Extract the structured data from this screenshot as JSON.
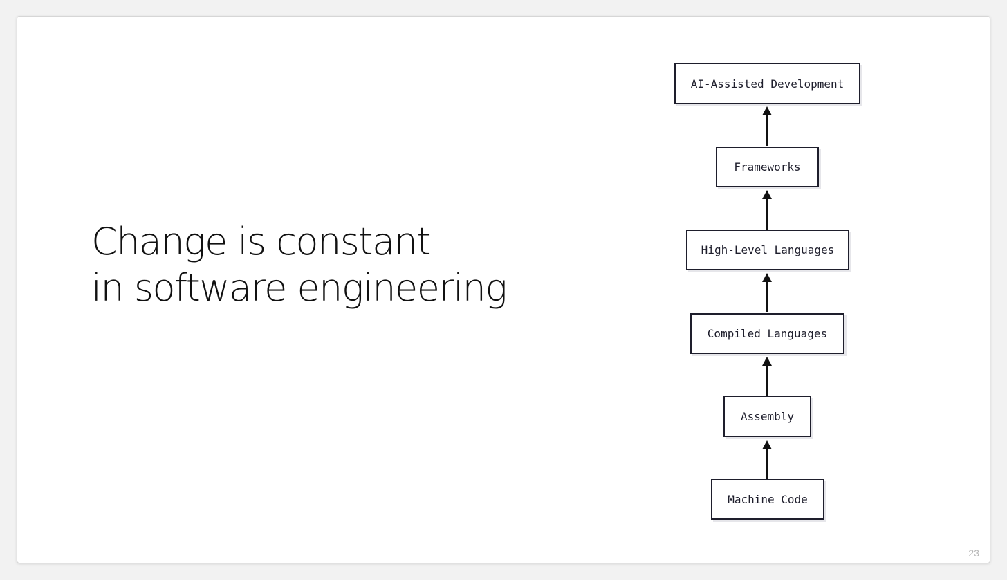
{
  "slide": {
    "headline_line1": "Change is constant",
    "headline_line2": "in software engineering",
    "page_number": "23"
  },
  "diagram": {
    "nodes": [
      {
        "label": "AI-Assisted Development"
      },
      {
        "label": "Frameworks"
      },
      {
        "label": "High-Level Languages"
      },
      {
        "label": "Compiled Languages"
      },
      {
        "label": "Assembly"
      },
      {
        "label": "Machine Code"
      }
    ],
    "edges": [
      {
        "from": "Machine Code",
        "to": "Assembly"
      },
      {
        "from": "Assembly",
        "to": "Compiled Languages"
      },
      {
        "from": "Compiled Languages",
        "to": "High-Level Languages"
      },
      {
        "from": "High-Level Languages",
        "to": "Frameworks"
      },
      {
        "from": "Frameworks",
        "to": "AI-Assisted Development"
      }
    ],
    "border_color": "#1e1e2c"
  }
}
